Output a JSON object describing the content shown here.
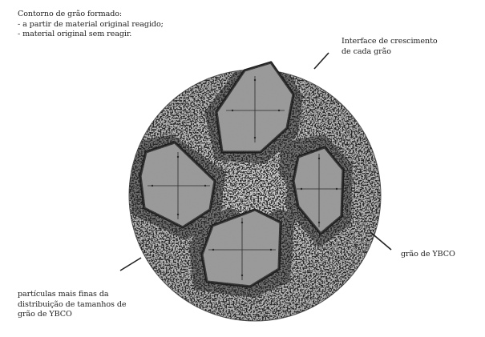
{
  "labels": {
    "boundary": {
      "title": "Contorno de grão formado:",
      "line1": "- a partir de material original reagido;",
      "line2": "- material original sem reagir."
    },
    "growth": {
      "line1": "Interface de crescimento",
      "line2": "de cada grão"
    },
    "grain": {
      "line1": "grão de YBCO"
    },
    "particles": {
      "line1": "partículas mais finas da",
      "line2": "distribuição de tamanhos de",
      "line3": "grão de YBCO"
    }
  },
  "colors": {
    "matrix_dark": "#3a3a3a",
    "matrix_light": "#d2d2d2",
    "grain_fill": "#9a9a9a",
    "grain_border": "#1e1e1e",
    "center_light": "#bdbdbd"
  }
}
